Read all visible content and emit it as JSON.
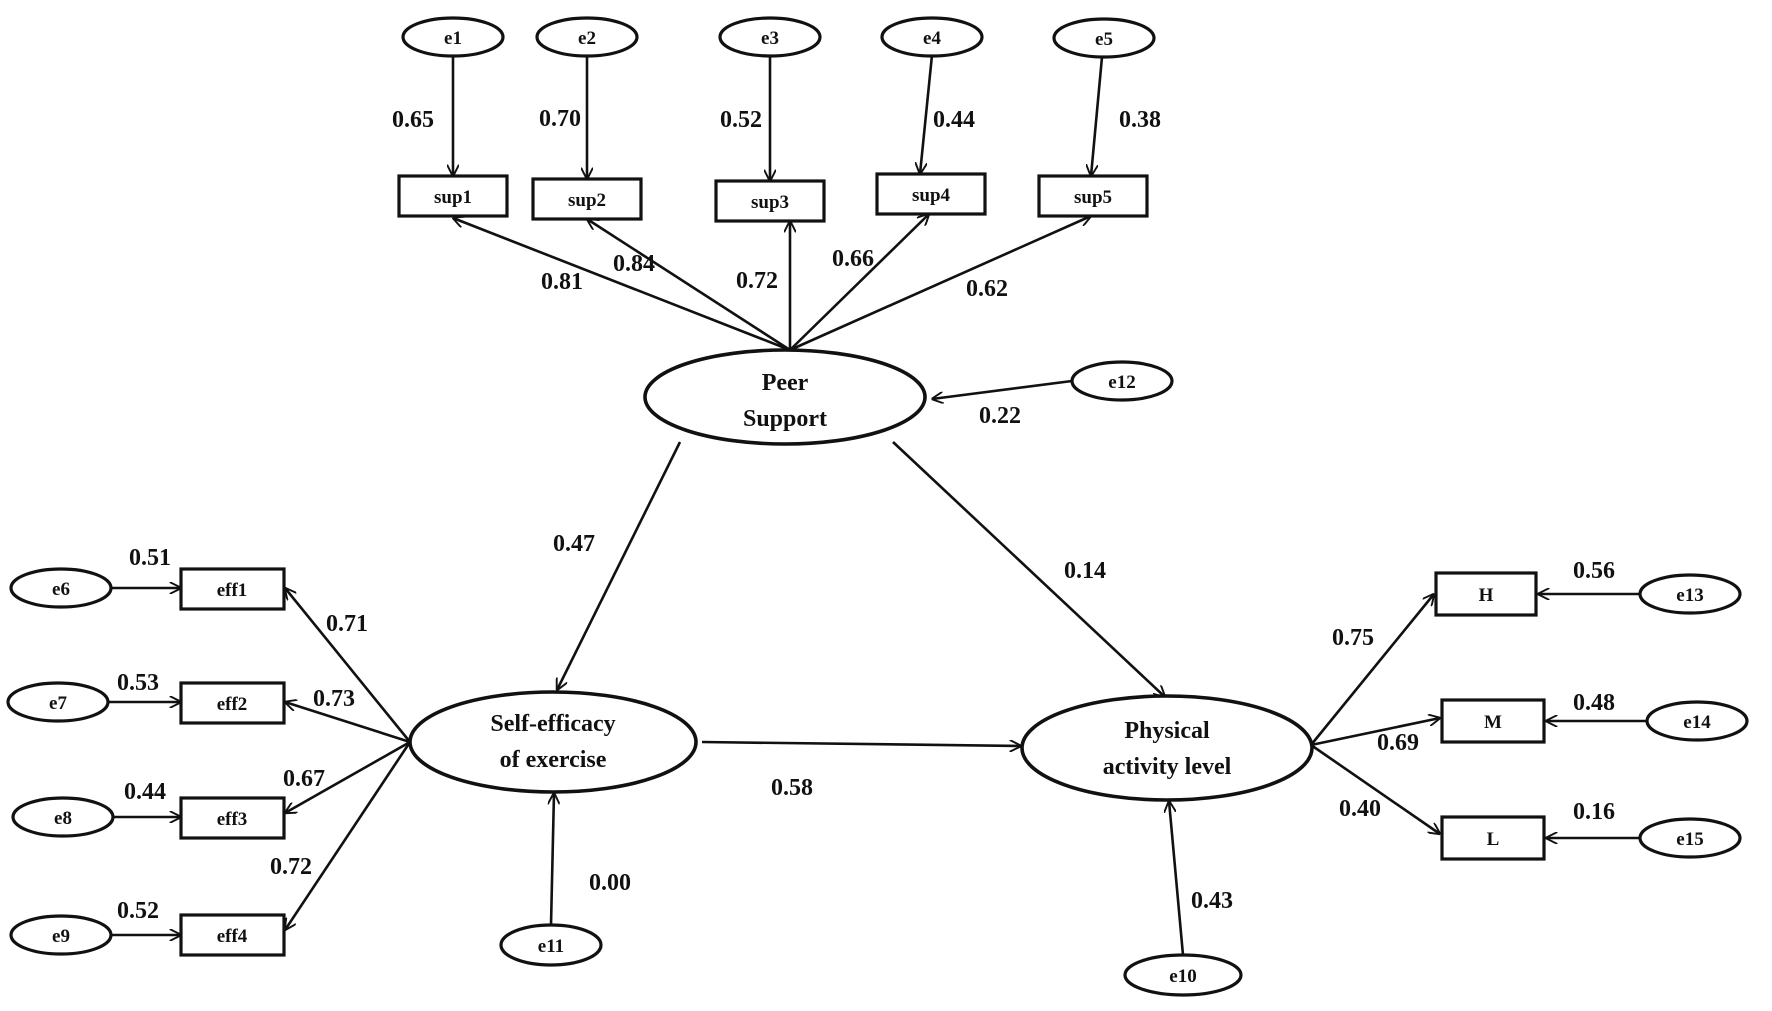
{
  "nodes": {
    "e1": "e1",
    "e2": "e2",
    "e3": "e3",
    "e4": "e4",
    "e5": "e5",
    "e6": "e6",
    "e7": "e7",
    "e8": "e8",
    "e9": "e9",
    "e10": "e10",
    "e11": "e11",
    "e12": "e12",
    "e13": "e13",
    "e14": "e14",
    "e15": "e15",
    "sup1": "sup1",
    "sup2": "sup2",
    "sup3": "sup3",
    "sup4": "sup4",
    "sup5": "sup5",
    "eff1": "eff1",
    "eff2": "eff2",
    "eff3": "eff3",
    "eff4": "eff4",
    "H": "H",
    "M": "M",
    "L": "L",
    "peer_support": {
      "line1": "Peer",
      "line2": "Support"
    },
    "self_efficacy": {
      "line1": "Self-efficacy",
      "line2": "of exercise"
    },
    "physical_activity": {
      "line1": "Physical",
      "line2": "activity level"
    }
  },
  "coefficients": {
    "e1_sup1": "0.65",
    "e2_sup2": "0.70",
    "e3_sup3": "0.52",
    "e4_sup4": "0.44",
    "e5_sup5": "0.38",
    "ps_sup1": "0.81",
    "ps_sup2": "0.84",
    "ps_sup3": "0.72",
    "ps_sup4": "0.66",
    "ps_sup5": "0.62",
    "e12_ps": "0.22",
    "ps_se": "0.47",
    "ps_pa": "0.14",
    "se_pa": "0.58",
    "e6_eff1": "0.51",
    "e7_eff2": "0.53",
    "e8_eff3": "0.44",
    "e9_eff4": "0.52",
    "se_eff1": "0.71",
    "se_eff2": "0.73",
    "se_eff3": "0.67",
    "se_eff4": "0.72",
    "e11_se": "0.00",
    "e10_pa": "0.43",
    "pa_H": "0.75",
    "pa_M": "0.69",
    "pa_L": "0.40",
    "e13_H": "0.56",
    "e14_M": "0.48",
    "e15_L": "0.16"
  }
}
